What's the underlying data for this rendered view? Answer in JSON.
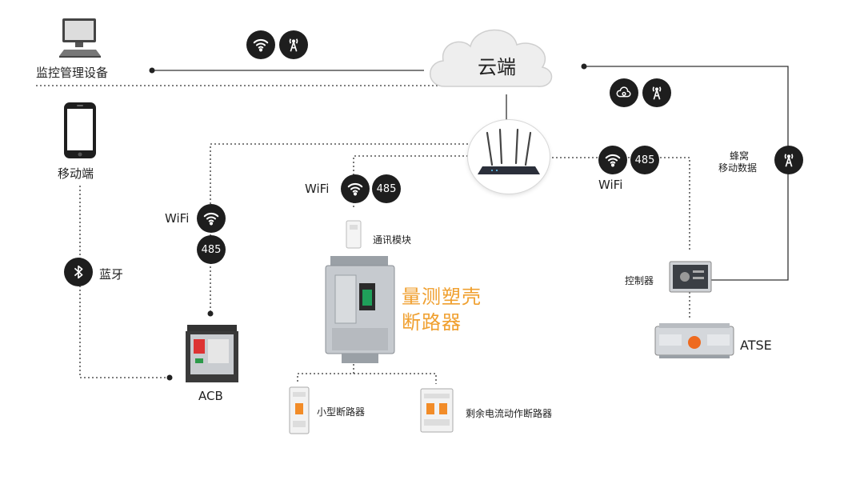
{
  "colors": {
    "line": "#333333",
    "badge": "#1e1e1e",
    "accent_orange": "#f0a030"
  },
  "labels": {
    "monitor": "监控管理设备",
    "cloud": "云端",
    "mobile": "移动端",
    "bluetooth": "蓝牙",
    "wifi_left": "WiFi",
    "wifi_center": "WiFi",
    "wifi_right": "WiFi",
    "badge_485": "485",
    "comm_module": "通讯模块",
    "mccb_line1": "量测塑壳",
    "mccb_line2": "断路器",
    "acb": "ACB",
    "mcb": "小型断路器",
    "rcbo": "剩余电流动作断路器",
    "controller": "控制器",
    "atse": "ATSE",
    "cellular_line1": "蜂窝",
    "cellular_line2": "移动数据"
  },
  "icons": [
    "monitor-icon",
    "phone-icon",
    "cloud-icon",
    "router-icon",
    "wifi-icon",
    "antenna-icon",
    "gear-cloud-icon",
    "bluetooth-icon",
    "acb-breaker-icon",
    "mccb-breaker-icon",
    "mcb-icon",
    "rcbo-icon",
    "controller-icon",
    "atse-icon",
    "comm-module-icon"
  ]
}
